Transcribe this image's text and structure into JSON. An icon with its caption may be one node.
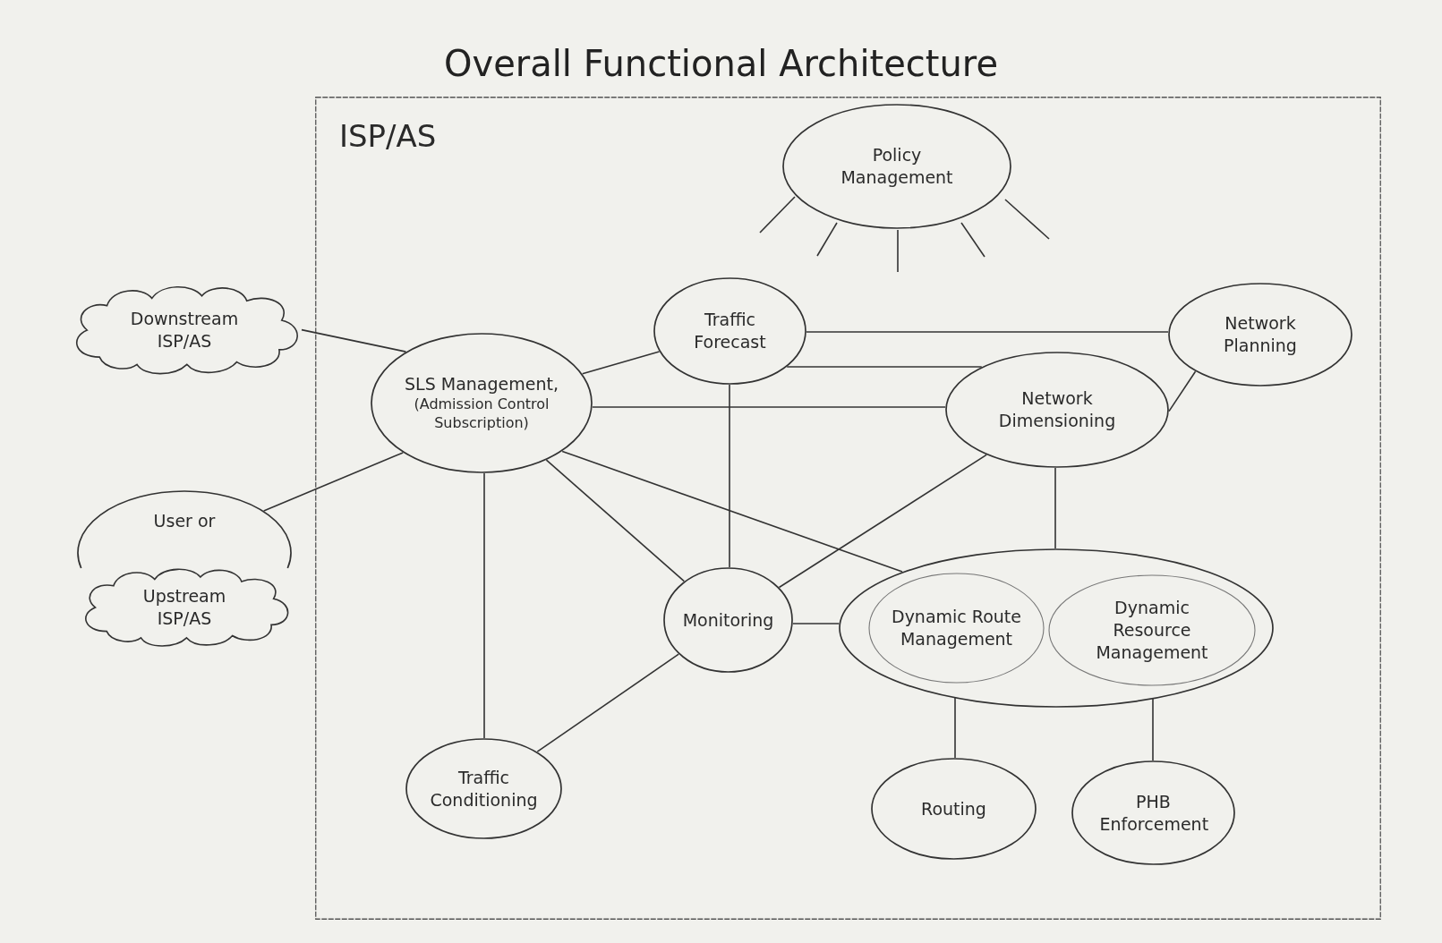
{
  "diagram": {
    "title": "Overall Functional Architecture",
    "nodes": [
      {
        "text": [
          "ISP/AS"
        ]
      },
      {
        "text": [
          "Policy Management"
        ],
        "in": 0
      },
      {
        "text": [
          "Downstream ISP/AS"
        ]
      },
      {
        "text": [
          "Traffic Forecast"
        ],
        "in": 0
      },
      {
        "text": [
          "Network Planning"
        ],
        "in": 0
      },
      {
        "text": [
          "SLS Management,",
          "(Admission Control Subscription)"
        ],
        "in": 0
      },
      {
        "text": [
          "Network Dimensioning"
        ],
        "in": 0
      },
      {
        "text": [
          "User or"
        ]
      },
      {
        "text": [
          "Upstream ISP/AS"
        ]
      },
      {
        "text": [
          "Monitoring"
        ],
        "in": 0
      },
      {
        "text": [],
        "shape": "ellipse",
        "in": 0
      },
      {
        "text": [
          "Dynamic Route Management"
        ],
        "in": 10
      },
      {
        "text": [
          "Dynamic Resource Management"
        ],
        "in": 10
      },
      {
        "text": [
          "Traffic Conditioning"
        ],
        "in": 0
      },
      {
        "text": [
          "Routing"
        ],
        "in": 0
      },
      {
        "text": [
          "PHB Enforcement"
        ],
        "in": 0
      }
    ],
    "edges": [
      {
        "from": 2,
        "to": 5,
        "arrow": "none"
      },
      {
        "from": 7,
        "to": 5,
        "arrow": "none"
      },
      {
        "from": 5,
        "to": 3,
        "arrow": "none"
      },
      {
        "from": 5,
        "to": 6,
        "arrow": "none"
      },
      {
        "from": 5,
        "to": 9,
        "arrow": "none"
      },
      {
        "from": 5,
        "to": 10,
        "arrow": "none"
      },
      {
        "from": 5,
        "to": 13,
        "arrow": "none"
      },
      {
        "from": 3,
        "to": 4,
        "arrow": "none"
      },
      {
        "from": 3,
        "to": 6,
        "arrow": "none"
      },
      {
        "from": 3,
        "to": 9,
        "arrow": "none"
      },
      {
        "from": 4,
        "to": 6,
        "arrow": "none"
      },
      {
        "from": 6,
        "to": 9,
        "arrow": "none"
      },
      {
        "from": 6,
        "to": 10,
        "arrow": "none"
      },
      {
        "from": 9,
        "to": 10,
        "arrow": "none"
      },
      {
        "from": 9,
        "to": 13,
        "arrow": "none"
      },
      {
        "from": 11,
        "to": 14,
        "arrow": "none"
      },
      {
        "from": 12,
        "to": 15,
        "arrow": "none"
      },
      {
        "from": 1,
        "to": null,
        "arrow": "none"
      },
      {
        "from": 1,
        "to": null,
        "arrow": "none"
      },
      {
        "from": 1,
        "to": null,
        "arrow": "none"
      },
      {
        "from": 1,
        "to": null,
        "arrow": "none"
      },
      {
        "from": 1,
        "to": null,
        "arrow": "none"
      }
    ]
  }
}
